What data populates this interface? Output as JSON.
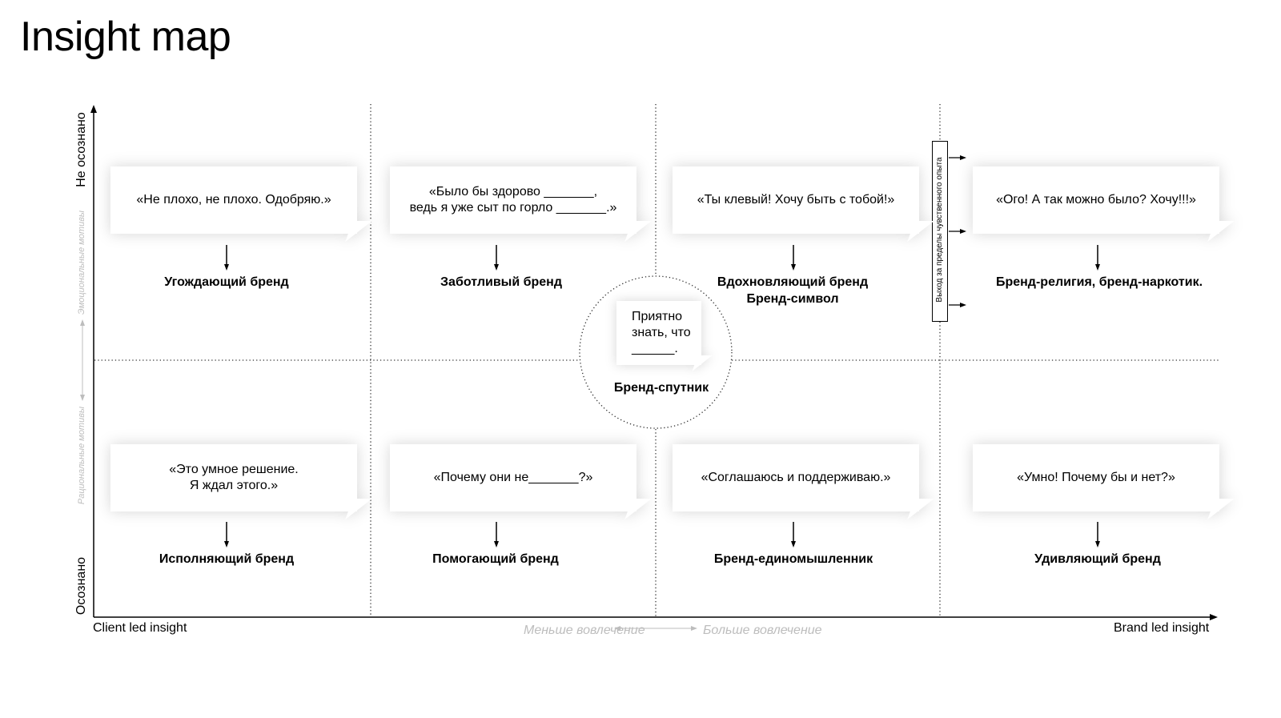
{
  "title": "Insight map",
  "axes": {
    "y_top": "Не осознано",
    "y_bottom": "Осознано",
    "y_upper_faint": "Эмоциональные мотивы",
    "y_lower_faint": "Рациональные мотивы",
    "x_left": "Client led insight",
    "x_right": "Brand led insight",
    "x_mid_left_faint": "Меньше вовлечение",
    "x_mid_right_faint": "Больше вовлечение"
  },
  "side_box": "Выход за пределы чувственного опыта",
  "quadrants": {
    "top": [
      {
        "quote": "«Не плохо, не плохо. Одобряю.»",
        "brand": "Угождающий бренд"
      },
      {
        "quote": "«Было бы здорово _______,\nведь я уже сыт по горло _______.»",
        "brand": "Заботливый бренд"
      },
      {
        "quote": "«Ты клевый! Хочу быть с тобой!»",
        "brand": "Вдохновляющий бренд\nБренд-символ"
      },
      {
        "quote": "«Ого! А так можно было? Хочу!!!»",
        "brand": "Бренд-религия, бренд-наркотик."
      }
    ],
    "bottom": [
      {
        "quote": "«Это умное решение.\nЯ ждал этого.»",
        "brand": "Исполняющий бренд"
      },
      {
        "quote": "«Почему они не_______?»",
        "brand": "Помогающий бренд"
      },
      {
        "quote": "«Соглашаюсь и поддерживаю.»",
        "brand": "Бренд-единомышленник"
      },
      {
        "quote": "«Умно! Почему бы и нет?»",
        "brand": "Удивляющий бренд"
      }
    ]
  },
  "center": {
    "quote": "Приятно\nзнать, что\n______.",
    "brand": "Бренд-спутник"
  }
}
